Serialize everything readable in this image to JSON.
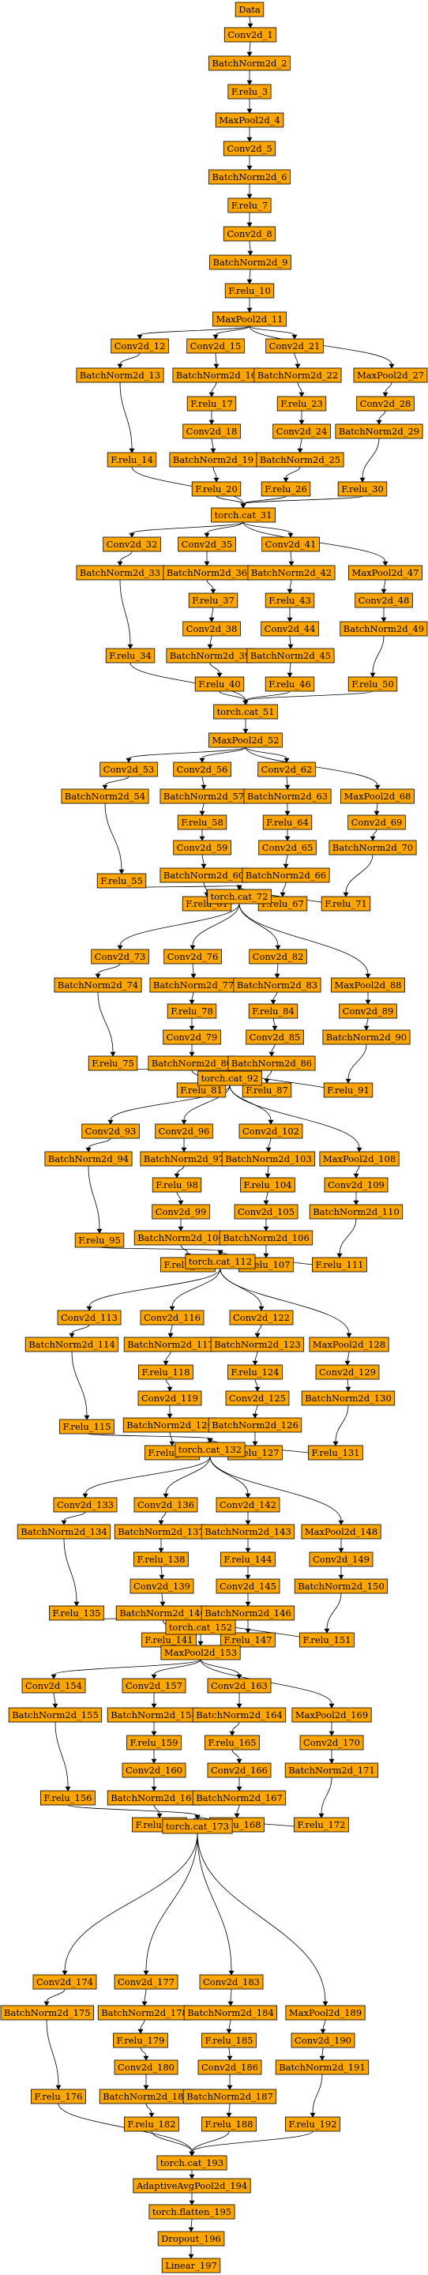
{
  "graph": {
    "type": "computation-graph",
    "node_color": "#ffa500",
    "edge_color": "#000000",
    "nodes": [
      "Data",
      "Conv2d_1",
      "BatchNorm2d_2",
      "F.relu_3",
      "MaxPool2d_4",
      "Conv2d_5",
      "BatchNorm2d_6",
      "F.relu_7",
      "Conv2d_8",
      "BatchNorm2d_9",
      "F.relu_10",
      "MaxPool2d_11",
      "Conv2d_12",
      "BatchNorm2d_13",
      "F.relu_14",
      "Conv2d_15",
      "BatchNorm2d_16",
      "F.relu_17",
      "Conv2d_18",
      "BatchNorm2d_19",
      "F.relu_20",
      "Conv2d_21",
      "BatchNorm2d_22",
      "F.relu_23",
      "Conv2d_24",
      "BatchNorm2d_25",
      "F.relu_26",
      "MaxPool2d_27",
      "Conv2d_28",
      "BatchNorm2d_29",
      "F.relu_30",
      "torch.cat_31",
      "Conv2d_32",
      "BatchNorm2d_33",
      "F.relu_34",
      "Conv2d_35",
      "BatchNorm2d_36",
      "F.relu_37",
      "Conv2d_38",
      "BatchNorm2d_39",
      "F.relu_40",
      "Conv2d_41",
      "BatchNorm2d_42",
      "F.relu_43",
      "Conv2d_44",
      "BatchNorm2d_45",
      "F.relu_46",
      "MaxPool2d_47",
      "Conv2d_48",
      "BatchNorm2d_49",
      "F.relu_50",
      "torch.cat_51",
      "MaxPool2d_52",
      "Conv2d_53",
      "BatchNorm2d_54",
      "F.relu_55",
      "Conv2d_56",
      "BatchNorm2d_57",
      "F.relu_58",
      "Conv2d_59",
      "BatchNorm2d_60",
      "F.relu_61",
      "Conv2d_62",
      "BatchNorm2d_63",
      "F.relu_64",
      "Conv2d_65",
      "BatchNorm2d_66",
      "F.relu_67",
      "MaxPool2d_68",
      "Conv2d_69",
      "BatchNorm2d_70",
      "F.relu_71",
      "torch.cat_72",
      "Conv2d_73",
      "BatchNorm2d_74",
      "F.relu_75",
      "Conv2d_76",
      "BatchNorm2d_77",
      "F.relu_78",
      "Conv2d_79",
      "BatchNorm2d_80",
      "F.relu_81",
      "Conv2d_82",
      "BatchNorm2d_83",
      "F.relu_84",
      "Conv2d_85",
      "BatchNorm2d_86",
      "F.relu_87",
      "MaxPool2d_88",
      "Conv2d_89",
      "BatchNorm2d_90",
      "F.relu_91",
      "torch.cat_92",
      "Conv2d_93",
      "BatchNorm2d_94",
      "F.relu_95",
      "Conv2d_96",
      "BatchNorm2d_97",
      "F.relu_98",
      "Conv2d_99",
      "BatchNorm2d_100",
      "F.relu_101",
      "Conv2d_102",
      "BatchNorm2d_103",
      "F.relu_104",
      "Conv2d_105",
      "BatchNorm2d_106",
      "F.relu_107",
      "MaxPool2d_108",
      "Conv2d_109",
      "BatchNorm2d_110",
      "F.relu_111",
      "torch.cat_112",
      "Conv2d_113",
      "BatchNorm2d_114",
      "F.relu_115",
      "Conv2d_116",
      "BatchNorm2d_117",
      "F.relu_118",
      "Conv2d_119",
      "BatchNorm2d_120",
      "F.relu_121",
      "Conv2d_122",
      "BatchNorm2d_123",
      "F.relu_124",
      "Conv2d_125",
      "BatchNorm2d_126",
      "F.relu_127",
      "MaxPool2d_128",
      "Conv2d_129",
      "BatchNorm2d_130",
      "F.relu_131",
      "torch.cat_132",
      "Conv2d_133",
      "BatchNorm2d_134",
      "F.relu_135",
      "Conv2d_136",
      "BatchNorm2d_137",
      "F.relu_138",
      "Conv2d_139",
      "BatchNorm2d_140",
      "F.relu_141",
      "Conv2d_142",
      "BatchNorm2d_143",
      "F.relu_144",
      "Conv2d_145",
      "BatchNorm2d_146",
      "F.relu_147",
      "MaxPool2d_148",
      "Conv2d_149",
      "BatchNorm2d_150",
      "F.relu_151",
      "torch.cat_152",
      "MaxPool2d_153",
      "Conv2d_154",
      "BatchNorm2d_155",
      "F.relu_156",
      "Conv2d_157",
      "BatchNorm2d_158",
      "F.relu_159",
      "Conv2d_160",
      "BatchNorm2d_161",
      "F.relu_162",
      "Conv2d_163",
      "BatchNorm2d_164",
      "F.relu_165",
      "Conv2d_166",
      "BatchNorm2d_167",
      "F.relu_168",
      "MaxPool2d_169",
      "Conv2d_170",
      "BatchNorm2d_171",
      "F.relu_172",
      "torch.cat_173",
      "Conv2d_174",
      "BatchNorm2d_175",
      "F.relu_176",
      "Conv2d_177",
      "BatchNorm2d_178",
      "F.relu_179",
      "Conv2d_180",
      "BatchNorm2d_181",
      "F.relu_182",
      "Conv2d_183",
      "BatchNorm2d_184",
      "F.relu_185",
      "Conv2d_186",
      "BatchNorm2d_187",
      "F.relu_188",
      "MaxPool2d_189",
      "Conv2d_190",
      "BatchNorm2d_191",
      "F.relu_192",
      "torch.cat_193",
      "AdaptiveAvgPool2d_194",
      "torch.flatten_195",
      "Dropout_196",
      "Linear_197"
    ],
    "edges": [
      [
        "Data",
        "Conv2d_1"
      ],
      [
        "Conv2d_1",
        "BatchNorm2d_2"
      ],
      [
        "BatchNorm2d_2",
        "F.relu_3"
      ],
      [
        "F.relu_3",
        "MaxPool2d_4"
      ],
      [
        "MaxPool2d_4",
        "Conv2d_5"
      ],
      [
        "Conv2d_5",
        "BatchNorm2d_6"
      ],
      [
        "BatchNorm2d_6",
        "F.relu_7"
      ],
      [
        "F.relu_7",
        "Conv2d_8"
      ],
      [
        "Conv2d_8",
        "BatchNorm2d_9"
      ],
      [
        "BatchNorm2d_9",
        "F.relu_10"
      ],
      [
        "F.relu_10",
        "MaxPool2d_11"
      ],
      [
        "MaxPool2d_11",
        "Conv2d_12"
      ],
      [
        "MaxPool2d_11",
        "Conv2d_15"
      ],
      [
        "MaxPool2d_11",
        "Conv2d_21"
      ],
      [
        "MaxPool2d_11",
        "MaxPool2d_27"
      ],
      [
        "Conv2d_12",
        "BatchNorm2d_13"
      ],
      [
        "BatchNorm2d_13",
        "F.relu_14"
      ],
      [
        "Conv2d_15",
        "BatchNorm2d_16"
      ],
      [
        "BatchNorm2d_16",
        "F.relu_17"
      ],
      [
        "F.relu_17",
        "Conv2d_18"
      ],
      [
        "Conv2d_18",
        "BatchNorm2d_19"
      ],
      [
        "BatchNorm2d_19",
        "F.relu_20"
      ],
      [
        "Conv2d_21",
        "BatchNorm2d_22"
      ],
      [
        "BatchNorm2d_22",
        "F.relu_23"
      ],
      [
        "F.relu_23",
        "Conv2d_24"
      ],
      [
        "Conv2d_24",
        "BatchNorm2d_25"
      ],
      [
        "BatchNorm2d_25",
        "F.relu_26"
      ],
      [
        "MaxPool2d_27",
        "Conv2d_28"
      ],
      [
        "Conv2d_28",
        "BatchNorm2d_29"
      ],
      [
        "BatchNorm2d_29",
        "F.relu_30"
      ],
      [
        "F.relu_14",
        "torch.cat_31"
      ],
      [
        "F.relu_20",
        "torch.cat_31"
      ],
      [
        "F.relu_26",
        "torch.cat_31"
      ],
      [
        "F.relu_30",
        "torch.cat_31"
      ],
      [
        "torch.cat_31",
        "Conv2d_32"
      ],
      [
        "torch.cat_31",
        "Conv2d_35"
      ],
      [
        "torch.cat_31",
        "Conv2d_41"
      ],
      [
        "torch.cat_31",
        "MaxPool2d_47"
      ],
      [
        "Conv2d_32",
        "BatchNorm2d_33"
      ],
      [
        "BatchNorm2d_33",
        "F.relu_34"
      ],
      [
        "Conv2d_35",
        "BatchNorm2d_36"
      ],
      [
        "BatchNorm2d_36",
        "F.relu_37"
      ],
      [
        "F.relu_37",
        "Conv2d_38"
      ],
      [
        "Conv2d_38",
        "BatchNorm2d_39"
      ],
      [
        "BatchNorm2d_39",
        "F.relu_40"
      ],
      [
        "Conv2d_41",
        "BatchNorm2d_42"
      ],
      [
        "BatchNorm2d_42",
        "F.relu_43"
      ],
      [
        "F.relu_43",
        "Conv2d_44"
      ],
      [
        "Conv2d_44",
        "BatchNorm2d_45"
      ],
      [
        "BatchNorm2d_45",
        "F.relu_46"
      ],
      [
        "MaxPool2d_47",
        "Conv2d_48"
      ],
      [
        "Conv2d_48",
        "BatchNorm2d_49"
      ],
      [
        "BatchNorm2d_49",
        "F.relu_50"
      ],
      [
        "F.relu_34",
        "torch.cat_51"
      ],
      [
        "F.relu_40",
        "torch.cat_51"
      ],
      [
        "F.relu_46",
        "torch.cat_51"
      ],
      [
        "F.relu_50",
        "torch.cat_51"
      ],
      [
        "torch.cat_51",
        "MaxPool2d_52"
      ],
      [
        "MaxPool2d_52",
        "Conv2d_53"
      ],
      [
        "MaxPool2d_52",
        "Conv2d_56"
      ],
      [
        "MaxPool2d_52",
        "Conv2d_62"
      ],
      [
        "MaxPool2d_52",
        "MaxPool2d_68"
      ],
      [
        "Conv2d_53",
        "BatchNorm2d_54"
      ],
      [
        "BatchNorm2d_54",
        "F.relu_55"
      ],
      [
        "Conv2d_56",
        "BatchNorm2d_57"
      ],
      [
        "BatchNorm2d_57",
        "F.relu_58"
      ],
      [
        "F.relu_58",
        "Conv2d_59"
      ],
      [
        "Conv2d_59",
        "BatchNorm2d_60"
      ],
      [
        "BatchNorm2d_60",
        "F.relu_61"
      ],
      [
        "Conv2d_62",
        "BatchNorm2d_63"
      ],
      [
        "BatchNorm2d_63",
        "F.relu_64"
      ],
      [
        "F.relu_64",
        "Conv2d_65"
      ],
      [
        "Conv2d_65",
        "BatchNorm2d_66"
      ],
      [
        "BatchNorm2d_66",
        "F.relu_67"
      ],
      [
        "MaxPool2d_68",
        "Conv2d_69"
      ],
      [
        "Conv2d_69",
        "BatchNorm2d_70"
      ],
      [
        "BatchNorm2d_70",
        "F.relu_71"
      ],
      [
        "F.relu_55",
        "torch.cat_72"
      ],
      [
        "F.relu_61",
        "torch.cat_72"
      ],
      [
        "F.relu_67",
        "torch.cat_72"
      ],
      [
        "F.relu_71",
        "torch.cat_72"
      ],
      [
        "torch.cat_72",
        "Conv2d_73"
      ],
      [
        "torch.cat_72",
        "Conv2d_76"
      ],
      [
        "torch.cat_72",
        "Conv2d_82"
      ],
      [
        "torch.cat_72",
        "MaxPool2d_88"
      ],
      [
        "Conv2d_73",
        "BatchNorm2d_74"
      ],
      [
        "BatchNorm2d_74",
        "F.relu_75"
      ],
      [
        "Conv2d_76",
        "BatchNorm2d_77"
      ],
      [
        "BatchNorm2d_77",
        "F.relu_78"
      ],
      [
        "F.relu_78",
        "Conv2d_79"
      ],
      [
        "Conv2d_79",
        "BatchNorm2d_80"
      ],
      [
        "BatchNorm2d_80",
        "F.relu_81"
      ],
      [
        "Conv2d_82",
        "BatchNorm2d_83"
      ],
      [
        "BatchNorm2d_83",
        "F.relu_84"
      ],
      [
        "F.relu_84",
        "Conv2d_85"
      ],
      [
        "Conv2d_85",
        "BatchNorm2d_86"
      ],
      [
        "BatchNorm2d_86",
        "F.relu_87"
      ],
      [
        "MaxPool2d_88",
        "Conv2d_89"
      ],
      [
        "Conv2d_89",
        "BatchNorm2d_90"
      ],
      [
        "BatchNorm2d_90",
        "F.relu_91"
      ],
      [
        "F.relu_75",
        "torch.cat_92"
      ],
      [
        "F.relu_81",
        "torch.cat_92"
      ],
      [
        "F.relu_87",
        "torch.cat_92"
      ],
      [
        "F.relu_91",
        "torch.cat_92"
      ],
      [
        "torch.cat_92",
        "Conv2d_93"
      ],
      [
        "torch.cat_92",
        "Conv2d_96"
      ],
      [
        "torch.cat_92",
        "Conv2d_102"
      ],
      [
        "torch.cat_92",
        "MaxPool2d_108"
      ],
      [
        "Conv2d_93",
        "BatchNorm2d_94"
      ],
      [
        "BatchNorm2d_94",
        "F.relu_95"
      ],
      [
        "Conv2d_96",
        "BatchNorm2d_97"
      ],
      [
        "BatchNorm2d_97",
        "F.relu_98"
      ],
      [
        "F.relu_98",
        "Conv2d_99"
      ],
      [
        "Conv2d_99",
        "BatchNorm2d_100"
      ],
      [
        "BatchNorm2d_100",
        "F.relu_101"
      ],
      [
        "Conv2d_102",
        "BatchNorm2d_103"
      ],
      [
        "BatchNorm2d_103",
        "F.relu_104"
      ],
      [
        "F.relu_104",
        "Conv2d_105"
      ],
      [
        "Conv2d_105",
        "BatchNorm2d_106"
      ],
      [
        "BatchNorm2d_106",
        "F.relu_107"
      ],
      [
        "MaxPool2d_108",
        "Conv2d_109"
      ],
      [
        "Conv2d_109",
        "BatchNorm2d_110"
      ],
      [
        "BatchNorm2d_110",
        "F.relu_111"
      ],
      [
        "F.relu_95",
        "torch.cat_112"
      ],
      [
        "F.relu_101",
        "torch.cat_112"
      ],
      [
        "F.relu_107",
        "torch.cat_112"
      ],
      [
        "F.relu_111",
        "torch.cat_112"
      ],
      [
        "torch.cat_112",
        "Conv2d_113"
      ],
      [
        "torch.cat_112",
        "Conv2d_116"
      ],
      [
        "torch.cat_112",
        "Conv2d_122"
      ],
      [
        "torch.cat_112",
        "MaxPool2d_128"
      ],
      [
        "Conv2d_113",
        "BatchNorm2d_114"
      ],
      [
        "BatchNorm2d_114",
        "F.relu_115"
      ],
      [
        "Conv2d_116",
        "BatchNorm2d_117"
      ],
      [
        "BatchNorm2d_117",
        "F.relu_118"
      ],
      [
        "F.relu_118",
        "Conv2d_119"
      ],
      [
        "Conv2d_119",
        "BatchNorm2d_120"
      ],
      [
        "BatchNorm2d_120",
        "F.relu_121"
      ],
      [
        "Conv2d_122",
        "BatchNorm2d_123"
      ],
      [
        "BatchNorm2d_123",
        "F.relu_124"
      ],
      [
        "F.relu_124",
        "Conv2d_125"
      ],
      [
        "Conv2d_125",
        "BatchNorm2d_126"
      ],
      [
        "BatchNorm2d_126",
        "F.relu_127"
      ],
      [
        "MaxPool2d_128",
        "Conv2d_129"
      ],
      [
        "Conv2d_129",
        "BatchNorm2d_130"
      ],
      [
        "BatchNorm2d_130",
        "F.relu_131"
      ],
      [
        "F.relu_115",
        "torch.cat_132"
      ],
      [
        "F.relu_121",
        "torch.cat_132"
      ],
      [
        "F.relu_127",
        "torch.cat_132"
      ],
      [
        "F.relu_131",
        "torch.cat_132"
      ],
      [
        "torch.cat_132",
        "Conv2d_133"
      ],
      [
        "torch.cat_132",
        "Conv2d_136"
      ],
      [
        "torch.cat_132",
        "Conv2d_142"
      ],
      [
        "torch.cat_132",
        "MaxPool2d_148"
      ],
      [
        "Conv2d_133",
        "BatchNorm2d_134"
      ],
      [
        "BatchNorm2d_134",
        "F.relu_135"
      ],
      [
        "Conv2d_136",
        "BatchNorm2d_137"
      ],
      [
        "BatchNorm2d_137",
        "F.relu_138"
      ],
      [
        "F.relu_138",
        "Conv2d_139"
      ],
      [
        "Conv2d_139",
        "BatchNorm2d_140"
      ],
      [
        "BatchNorm2d_140",
        "F.relu_141"
      ],
      [
        "Conv2d_142",
        "BatchNorm2d_143"
      ],
      [
        "BatchNorm2d_143",
        "F.relu_144"
      ],
      [
        "F.relu_144",
        "Conv2d_145"
      ],
      [
        "Conv2d_145",
        "BatchNorm2d_146"
      ],
      [
        "BatchNorm2d_146",
        "F.relu_147"
      ],
      [
        "MaxPool2d_148",
        "Conv2d_149"
      ],
      [
        "Conv2d_149",
        "BatchNorm2d_150"
      ],
      [
        "BatchNorm2d_150",
        "F.relu_151"
      ],
      [
        "F.relu_135",
        "torch.cat_152"
      ],
      [
        "F.relu_141",
        "torch.cat_152"
      ],
      [
        "F.relu_147",
        "torch.cat_152"
      ],
      [
        "F.relu_151",
        "torch.cat_152"
      ],
      [
        "torch.cat_152",
        "MaxPool2d_153"
      ],
      [
        "MaxPool2d_153",
        "Conv2d_154"
      ],
      [
        "MaxPool2d_153",
        "Conv2d_157"
      ],
      [
        "MaxPool2d_153",
        "Conv2d_163"
      ],
      [
        "MaxPool2d_153",
        "MaxPool2d_169"
      ],
      [
        "Conv2d_154",
        "BatchNorm2d_155"
      ],
      [
        "BatchNorm2d_155",
        "F.relu_156"
      ],
      [
        "Conv2d_157",
        "BatchNorm2d_158"
      ],
      [
        "BatchNorm2d_158",
        "F.relu_159"
      ],
      [
        "F.relu_159",
        "Conv2d_160"
      ],
      [
        "Conv2d_160",
        "BatchNorm2d_161"
      ],
      [
        "BatchNorm2d_161",
        "F.relu_162"
      ],
      [
        "Conv2d_163",
        "BatchNorm2d_164"
      ],
      [
        "BatchNorm2d_164",
        "F.relu_165"
      ],
      [
        "F.relu_165",
        "Conv2d_166"
      ],
      [
        "Conv2d_166",
        "BatchNorm2d_167"
      ],
      [
        "BatchNorm2d_167",
        "F.relu_168"
      ],
      [
        "MaxPool2d_169",
        "Conv2d_170"
      ],
      [
        "Conv2d_170",
        "BatchNorm2d_171"
      ],
      [
        "BatchNorm2d_171",
        "F.relu_172"
      ],
      [
        "F.relu_156",
        "torch.cat_173"
      ],
      [
        "F.relu_162",
        "torch.cat_173"
      ],
      [
        "F.relu_168",
        "torch.cat_173"
      ],
      [
        "F.relu_172",
        "torch.cat_173"
      ],
      [
        "torch.cat_173",
        "Conv2d_174"
      ],
      [
        "torch.cat_173",
        "Conv2d_177"
      ],
      [
        "torch.cat_173",
        "Conv2d_183"
      ],
      [
        "torch.cat_173",
        "MaxPool2d_189"
      ],
      [
        "Conv2d_174",
        "BatchNorm2d_175"
      ],
      [
        "BatchNorm2d_175",
        "F.relu_176"
      ],
      [
        "Conv2d_177",
        "BatchNorm2d_178"
      ],
      [
        "BatchNorm2d_178",
        "F.relu_179"
      ],
      [
        "F.relu_179",
        "Conv2d_180"
      ],
      [
        "Conv2d_180",
        "BatchNorm2d_181"
      ],
      [
        "BatchNorm2d_181",
        "F.relu_182"
      ],
      [
        "Conv2d_183",
        "BatchNorm2d_184"
      ],
      [
        "BatchNorm2d_184",
        "F.relu_185"
      ],
      [
        "F.relu_185",
        "Conv2d_186"
      ],
      [
        "Conv2d_186",
        "BatchNorm2d_187"
      ],
      [
        "BatchNorm2d_187",
        "F.relu_188"
      ],
      [
        "MaxPool2d_189",
        "Conv2d_190"
      ],
      [
        "Conv2d_190",
        "BatchNorm2d_191"
      ],
      [
        "BatchNorm2d_191",
        "F.relu_192"
      ],
      [
        "F.relu_176",
        "torch.cat_193"
      ],
      [
        "F.relu_182",
        "torch.cat_193"
      ],
      [
        "F.relu_188",
        "torch.cat_193"
      ],
      [
        "F.relu_192",
        "torch.cat_193"
      ],
      [
        "torch.cat_193",
        "AdaptiveAvgPool2d_194"
      ],
      [
        "AdaptiveAvgPool2d_194",
        "torch.flatten_195"
      ],
      [
        "torch.flatten_195",
        "Dropout_196"
      ],
      [
        "Dropout_196",
        "Linear_197"
      ]
    ]
  }
}
